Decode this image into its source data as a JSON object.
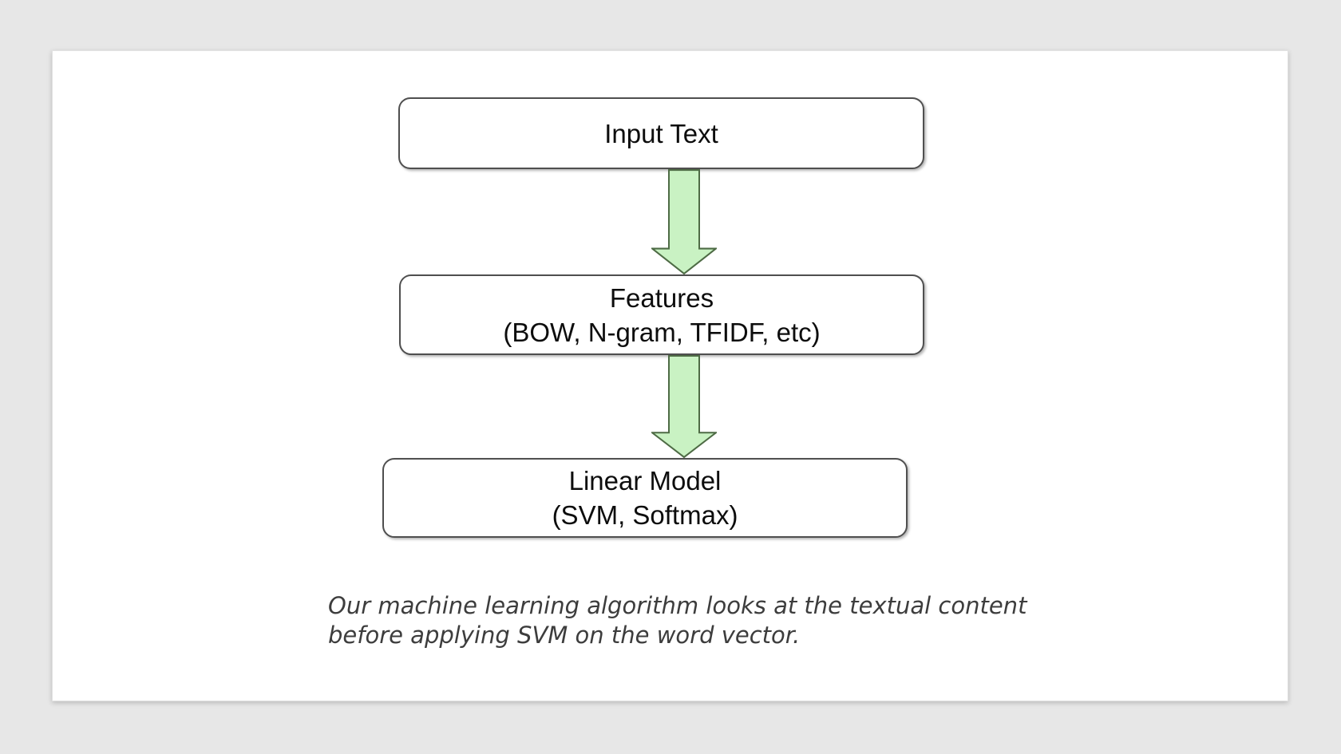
{
  "page": {
    "background_color": "#e7e7e7",
    "card_color": "#ffffff"
  },
  "diagram": {
    "nodes": [
      {
        "id": "input-text",
        "lines": [
          "Input Text"
        ]
      },
      {
        "id": "features",
        "lines": [
          "Features",
          "(BOW, N-gram, TFIDF, etc)"
        ]
      },
      {
        "id": "linear-model",
        "lines": [
          "Linear Model",
          "(SVM, Softmax)"
        ]
      }
    ],
    "arrow_fill": "#c9f2c3",
    "arrow_stroke": "#4e6b45",
    "node_border_color": "#4f4f4f"
  },
  "caption": {
    "line1": "Our machine learning algorithm looks at the textual content",
    "line2": "before applying SVM on the word vector."
  }
}
